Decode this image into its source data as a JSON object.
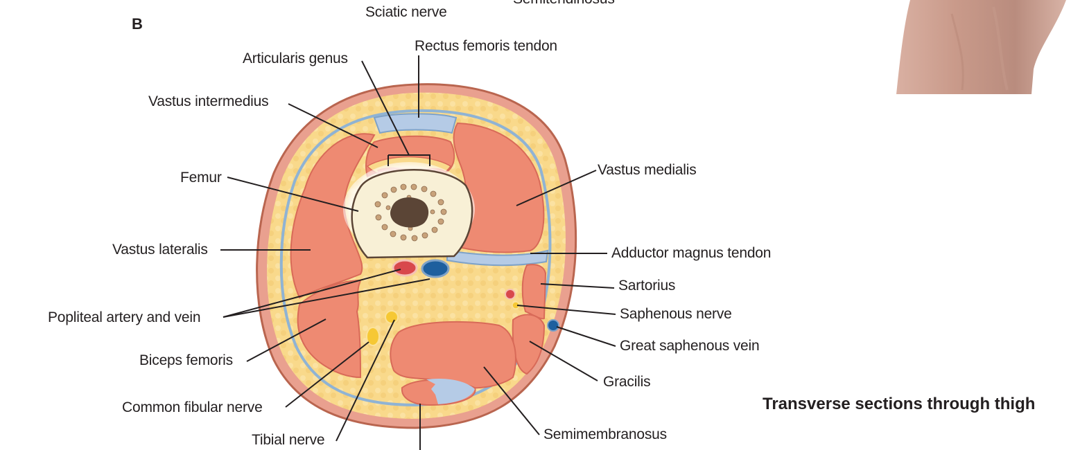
{
  "figure": {
    "panel_letter": "B",
    "caption": "Transverse sections through thigh",
    "top_cut_labels": {
      "sciatic_nerve": "Sciatic nerve",
      "semitendinosus_partial": "Semitendinosus"
    },
    "labels": {
      "articularis_genus": "Articularis genus",
      "rectus_femoris_tendon": "Rectus femoris tendon",
      "vastus_intermedius": "Vastus intermedius",
      "vastus_medialis": "Vastus medialis",
      "femur": "Femur",
      "vastus_lateralis": "Vastus lateralis",
      "adductor_magnus_tendon": "Adductor magnus tendon",
      "sartorius": "Sartorius",
      "popliteal_artery_vein": "Popliteal artery and vein",
      "saphenous_nerve": "Saphenous nerve",
      "great_saphenous_vein": "Great saphenous vein",
      "biceps_femoris": "Biceps femoris",
      "gracilis": "Gracilis",
      "common_fibular_nerve": "Common fibular nerve",
      "tibial_nerve": "Tibial nerve",
      "semimembranosus": "Semimembranosus"
    },
    "colors": {
      "skin": "#e9a08f",
      "skin_edge": "#b9654f",
      "fat": "#f9d98b",
      "fascia": "#a9c6e0",
      "muscle": "#ee8a72",
      "muscle_edge": "#d86a58",
      "tendon": "#b5cbe6",
      "bone": "#f8f0d6",
      "marrow": "#5b4536",
      "artery": "#d8484c",
      "vein": "#1d5f9e",
      "nerve": "#f6c834",
      "text": "#231f20"
    }
  }
}
